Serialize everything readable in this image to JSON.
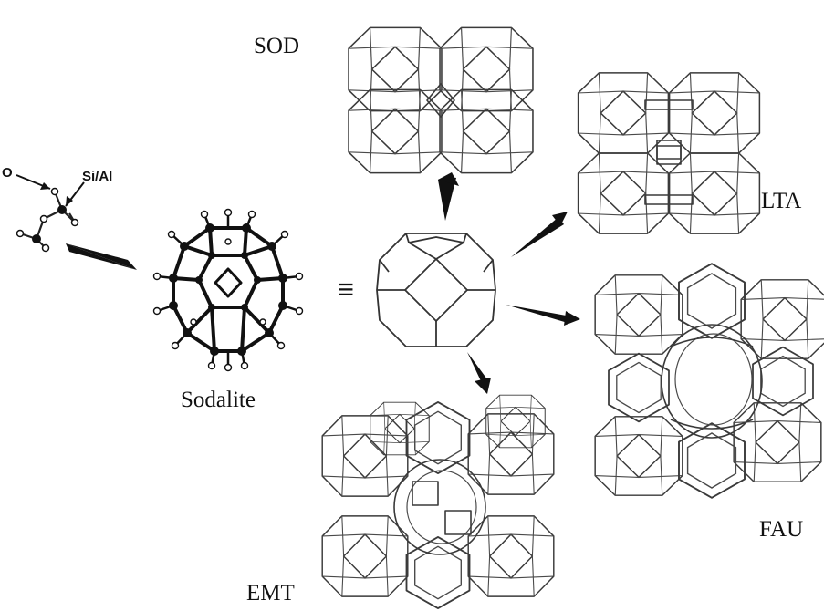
{
  "labels": {
    "sod": "SOD",
    "lta": "LTA",
    "fau": "FAU",
    "emt": "EMT",
    "sodalite": "Sodalite",
    "oxygen": "O",
    "silicon_aluminum": "Si/Al",
    "equivalence": "≡"
  },
  "colors": {
    "ink": "#111111",
    "line": "#3a3a3a"
  }
}
